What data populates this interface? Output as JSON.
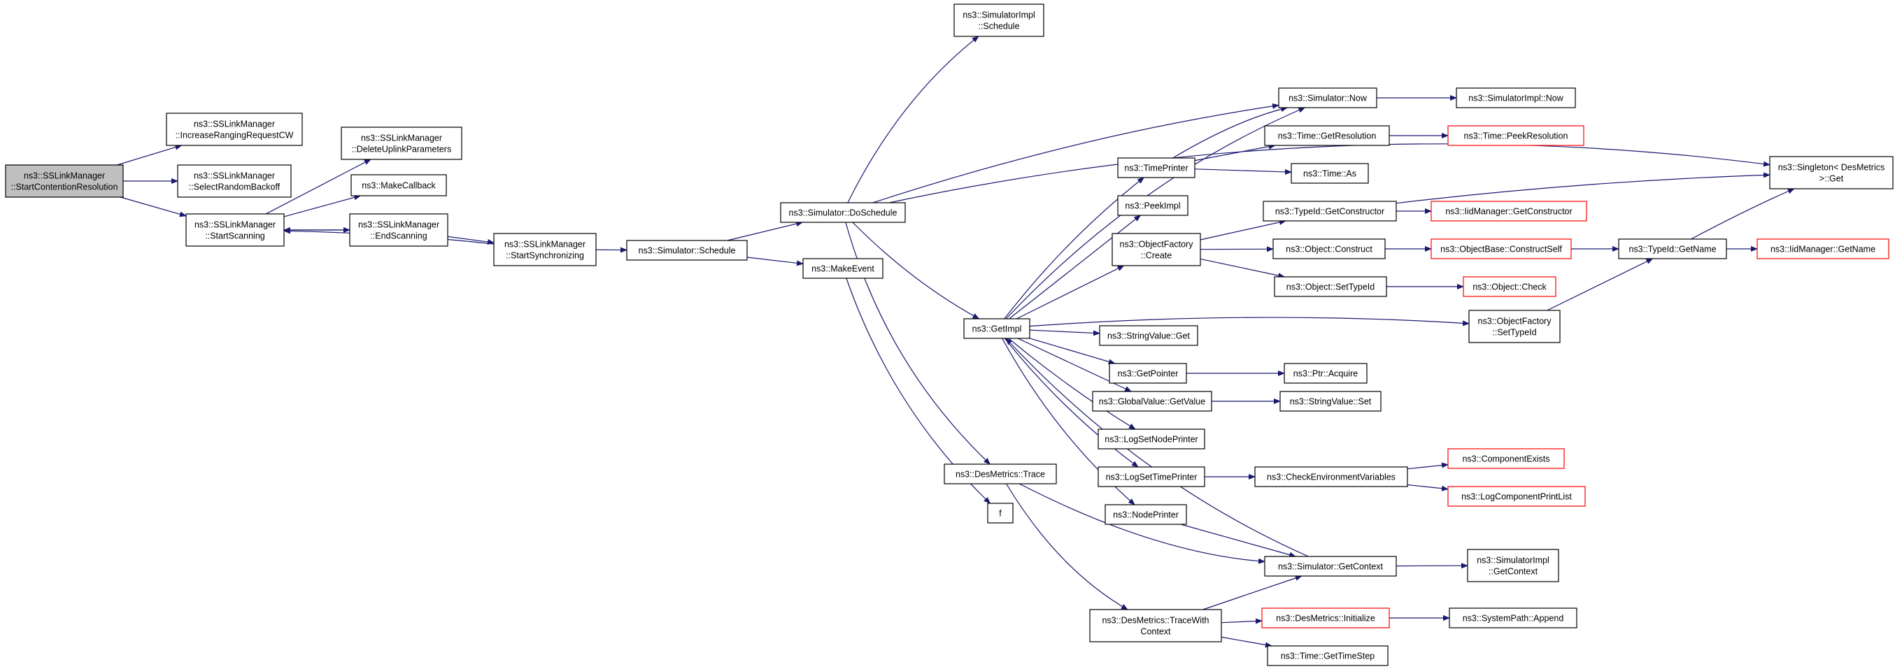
{
  "colors": {
    "edge": "#191970",
    "node_border": "#000000",
    "node_border_truncated": "#ff0000",
    "root_fill": "#bfbfbf",
    "node_fill": "#ffffff"
  },
  "nodes": [
    {
      "id": "n0",
      "lines": [
        "ns3::SSLinkManager",
        "::StartContentionResolution"
      ],
      "root": true
    },
    {
      "id": "n1",
      "lines": [
        "ns3::SSLinkManager",
        "::IncreaseRangingRequestCW"
      ]
    },
    {
      "id": "n2",
      "lines": [
        "ns3::SSLinkManager",
        "::SelectRandomBackoff"
      ]
    },
    {
      "id": "n3",
      "lines": [
        "ns3::SSLinkManager",
        "::StartScanning"
      ]
    },
    {
      "id": "n4",
      "lines": [
        "ns3::SSLinkManager",
        "::DeleteUplinkParameters"
      ]
    },
    {
      "id": "n5",
      "lines": [
        "ns3::MakeCallback"
      ]
    },
    {
      "id": "n6",
      "lines": [
        "ns3::SSLinkManager",
        "::EndScanning"
      ]
    },
    {
      "id": "n7",
      "lines": [
        "ns3::SSLinkManager",
        "::StartSynchronizing"
      ]
    },
    {
      "id": "n8",
      "lines": [
        "ns3::Simulator::Schedule"
      ]
    },
    {
      "id": "n9",
      "lines": [
        "ns3::Simulator::DoSchedule"
      ]
    },
    {
      "id": "n10",
      "lines": [
        "ns3::SimulatorImpl",
        "::Schedule"
      ]
    },
    {
      "id": "n11",
      "lines": [
        "ns3::MakeEvent"
      ]
    },
    {
      "id": "n12",
      "lines": [
        "ns3::DesMetrics::Trace"
      ]
    },
    {
      "id": "n13",
      "lines": [
        "f"
      ]
    },
    {
      "id": "n14",
      "lines": [
        "ns3::GetImpl"
      ]
    },
    {
      "id": "n15",
      "lines": [
        "ns3::Simulator::Now"
      ]
    },
    {
      "id": "n16",
      "lines": [
        "ns3::SimulatorImpl::Now"
      ]
    },
    {
      "id": "n17",
      "lines": [
        "ns3::TimePrinter"
      ]
    },
    {
      "id": "n18",
      "lines": [
        "ns3::Time::GetResolution"
      ]
    },
    {
      "id": "n19",
      "lines": [
        "ns3::Time::PeekResolution"
      ],
      "truncated": true
    },
    {
      "id": "n20",
      "lines": [
        "ns3::Time::As"
      ]
    },
    {
      "id": "n21",
      "lines": [
        "ns3::PeekImpl"
      ]
    },
    {
      "id": "n22",
      "lines": [
        "ns3::ObjectFactory",
        "::Create"
      ]
    },
    {
      "id": "n23",
      "lines": [
        "ns3::TypeId::GetConstructor"
      ]
    },
    {
      "id": "n24",
      "lines": [
        "ns3::IidManager::GetConstructor"
      ],
      "truncated": true
    },
    {
      "id": "n25",
      "lines": [
        "ns3::Object::Construct"
      ]
    },
    {
      "id": "n26",
      "lines": [
        "ns3::ObjectBase::ConstructSelf"
      ],
      "truncated": true
    },
    {
      "id": "n27",
      "lines": [
        "ns3::TypeId::GetName"
      ]
    },
    {
      "id": "n28",
      "lines": [
        "ns3::IidManager::GetName"
      ],
      "truncated": true
    },
    {
      "id": "n29",
      "lines": [
        "ns3::Object::SetTypeId"
      ]
    },
    {
      "id": "n30",
      "lines": [
        "ns3::Object::Check"
      ],
      "truncated": true
    },
    {
      "id": "n31",
      "lines": [
        "ns3::Singleton< DesMetrics",
        ">::Get"
      ]
    },
    {
      "id": "n32",
      "lines": [
        "ns3::ObjectFactory",
        "::SetTypeId"
      ]
    },
    {
      "id": "n33",
      "lines": [
        "ns3::StringValue::Get"
      ]
    },
    {
      "id": "n34",
      "lines": [
        "ns3::GetPointer"
      ]
    },
    {
      "id": "n35",
      "lines": [
        "ns3::Ptr::Acquire"
      ]
    },
    {
      "id": "n36",
      "lines": [
        "ns3::GlobalValue::GetValue"
      ]
    },
    {
      "id": "n37",
      "lines": [
        "ns3::StringValue::Set"
      ]
    },
    {
      "id": "n38",
      "lines": [
        "ns3::LogSetNodePrinter"
      ]
    },
    {
      "id": "n39",
      "lines": [
        "ns3::LogSetTimePrinter"
      ]
    },
    {
      "id": "n40",
      "lines": [
        "ns3::CheckEnvironmentVariables"
      ]
    },
    {
      "id": "n41",
      "lines": [
        "ns3::ComponentExists"
      ],
      "truncated": true
    },
    {
      "id": "n42",
      "lines": [
        "ns3::LogComponentPrintList"
      ],
      "truncated": true
    },
    {
      "id": "n43",
      "lines": [
        "ns3::NodePrinter"
      ]
    },
    {
      "id": "n44",
      "lines": [
        "ns3::Simulator::GetContext"
      ]
    },
    {
      "id": "n45",
      "lines": [
        "ns3::SimulatorImpl",
        "::GetContext"
      ]
    },
    {
      "id": "n46",
      "lines": [
        "ns3::DesMetrics::TraceWith",
        "Context"
      ]
    },
    {
      "id": "n47",
      "lines": [
        "ns3::DesMetrics::Initialize"
      ],
      "truncated": true
    },
    {
      "id": "n48",
      "lines": [
        "ns3::SystemPath::Append"
      ]
    },
    {
      "id": "n49",
      "lines": [
        "ns3::Time::GetTimeStep"
      ]
    }
  ],
  "edges": [
    [
      "n0",
      "n1"
    ],
    [
      "n0",
      "n2"
    ],
    [
      "n0",
      "n3"
    ],
    [
      "n3",
      "n4"
    ],
    [
      "n3",
      "n5"
    ],
    [
      "n3",
      "n6"
    ],
    [
      "n6",
      "n3"
    ],
    [
      "n6",
      "n7"
    ],
    [
      "n7",
      "n3"
    ],
    [
      "n7",
      "n8"
    ],
    [
      "n8",
      "n9"
    ],
    [
      "n8",
      "n11"
    ],
    [
      "n9",
      "n10"
    ],
    [
      "n9",
      "n31"
    ],
    [
      "n9",
      "n15"
    ],
    [
      "n9",
      "n14"
    ],
    [
      "n9",
      "n12"
    ],
    [
      "n11",
      "n13"
    ],
    [
      "n12",
      "n44"
    ],
    [
      "n12",
      "n46"
    ],
    [
      "n14",
      "n15"
    ],
    [
      "n14",
      "n17"
    ],
    [
      "n14",
      "n21"
    ],
    [
      "n14",
      "n22"
    ],
    [
      "n14",
      "n32"
    ],
    [
      "n14",
      "n33"
    ],
    [
      "n14",
      "n34"
    ],
    [
      "n14",
      "n36"
    ],
    [
      "n14",
      "n38"
    ],
    [
      "n14",
      "n39"
    ],
    [
      "n14",
      "n43"
    ],
    [
      "n15",
      "n16"
    ],
    [
      "n17",
      "n15"
    ],
    [
      "n17",
      "n18"
    ],
    [
      "n17",
      "n20"
    ],
    [
      "n18",
      "n19"
    ],
    [
      "n22",
      "n23"
    ],
    [
      "n22",
      "n25"
    ],
    [
      "n22",
      "n29"
    ],
    [
      "n23",
      "n31"
    ],
    [
      "n23",
      "n24"
    ],
    [
      "n25",
      "n26"
    ],
    [
      "n26",
      "n27"
    ],
    [
      "n27",
      "n28"
    ],
    [
      "n27",
      "n31"
    ],
    [
      "n29",
      "n30"
    ],
    [
      "n32",
      "n27"
    ],
    [
      "n34",
      "n35"
    ],
    [
      "n36",
      "n37"
    ],
    [
      "n39",
      "n40"
    ],
    [
      "n40",
      "n41"
    ],
    [
      "n40",
      "n42"
    ],
    [
      "n43",
      "n44"
    ],
    [
      "n44",
      "n14"
    ],
    [
      "n44",
      "n45"
    ],
    [
      "n46",
      "n44"
    ],
    [
      "n46",
      "n47"
    ],
    [
      "n46",
      "n49"
    ],
    [
      "n47",
      "n48"
    ]
  ]
}
